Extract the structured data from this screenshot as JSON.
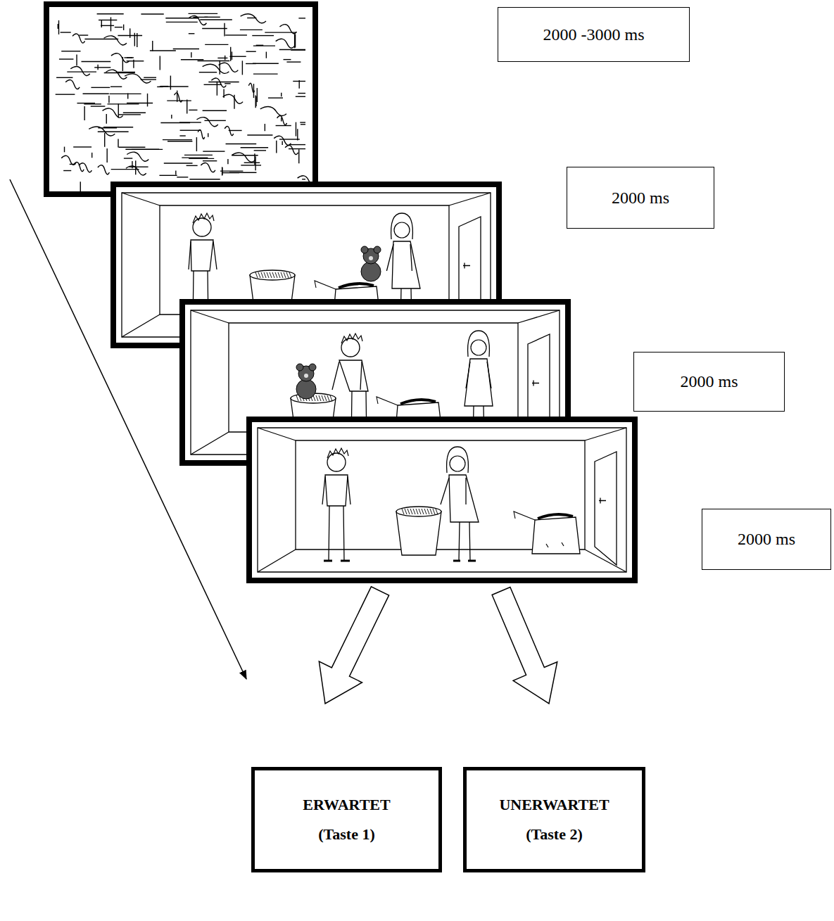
{
  "diagram": {
    "nodes": [
      {
        "text": [
          "2000 -3000 ms"
        ]
      },
      {
        "text": [
          "2000 ms"
        ]
      },
      {
        "text": [
          "2000 ms"
        ]
      },
      {
        "text": [
          "2000 ms"
        ]
      },
      {
        "text": [
          "ERWARTET",
          "(Taste 1)"
        ]
      },
      {
        "text": [
          "UNERWARTET",
          "(Taste 2)"
        ]
      }
    ]
  }
}
